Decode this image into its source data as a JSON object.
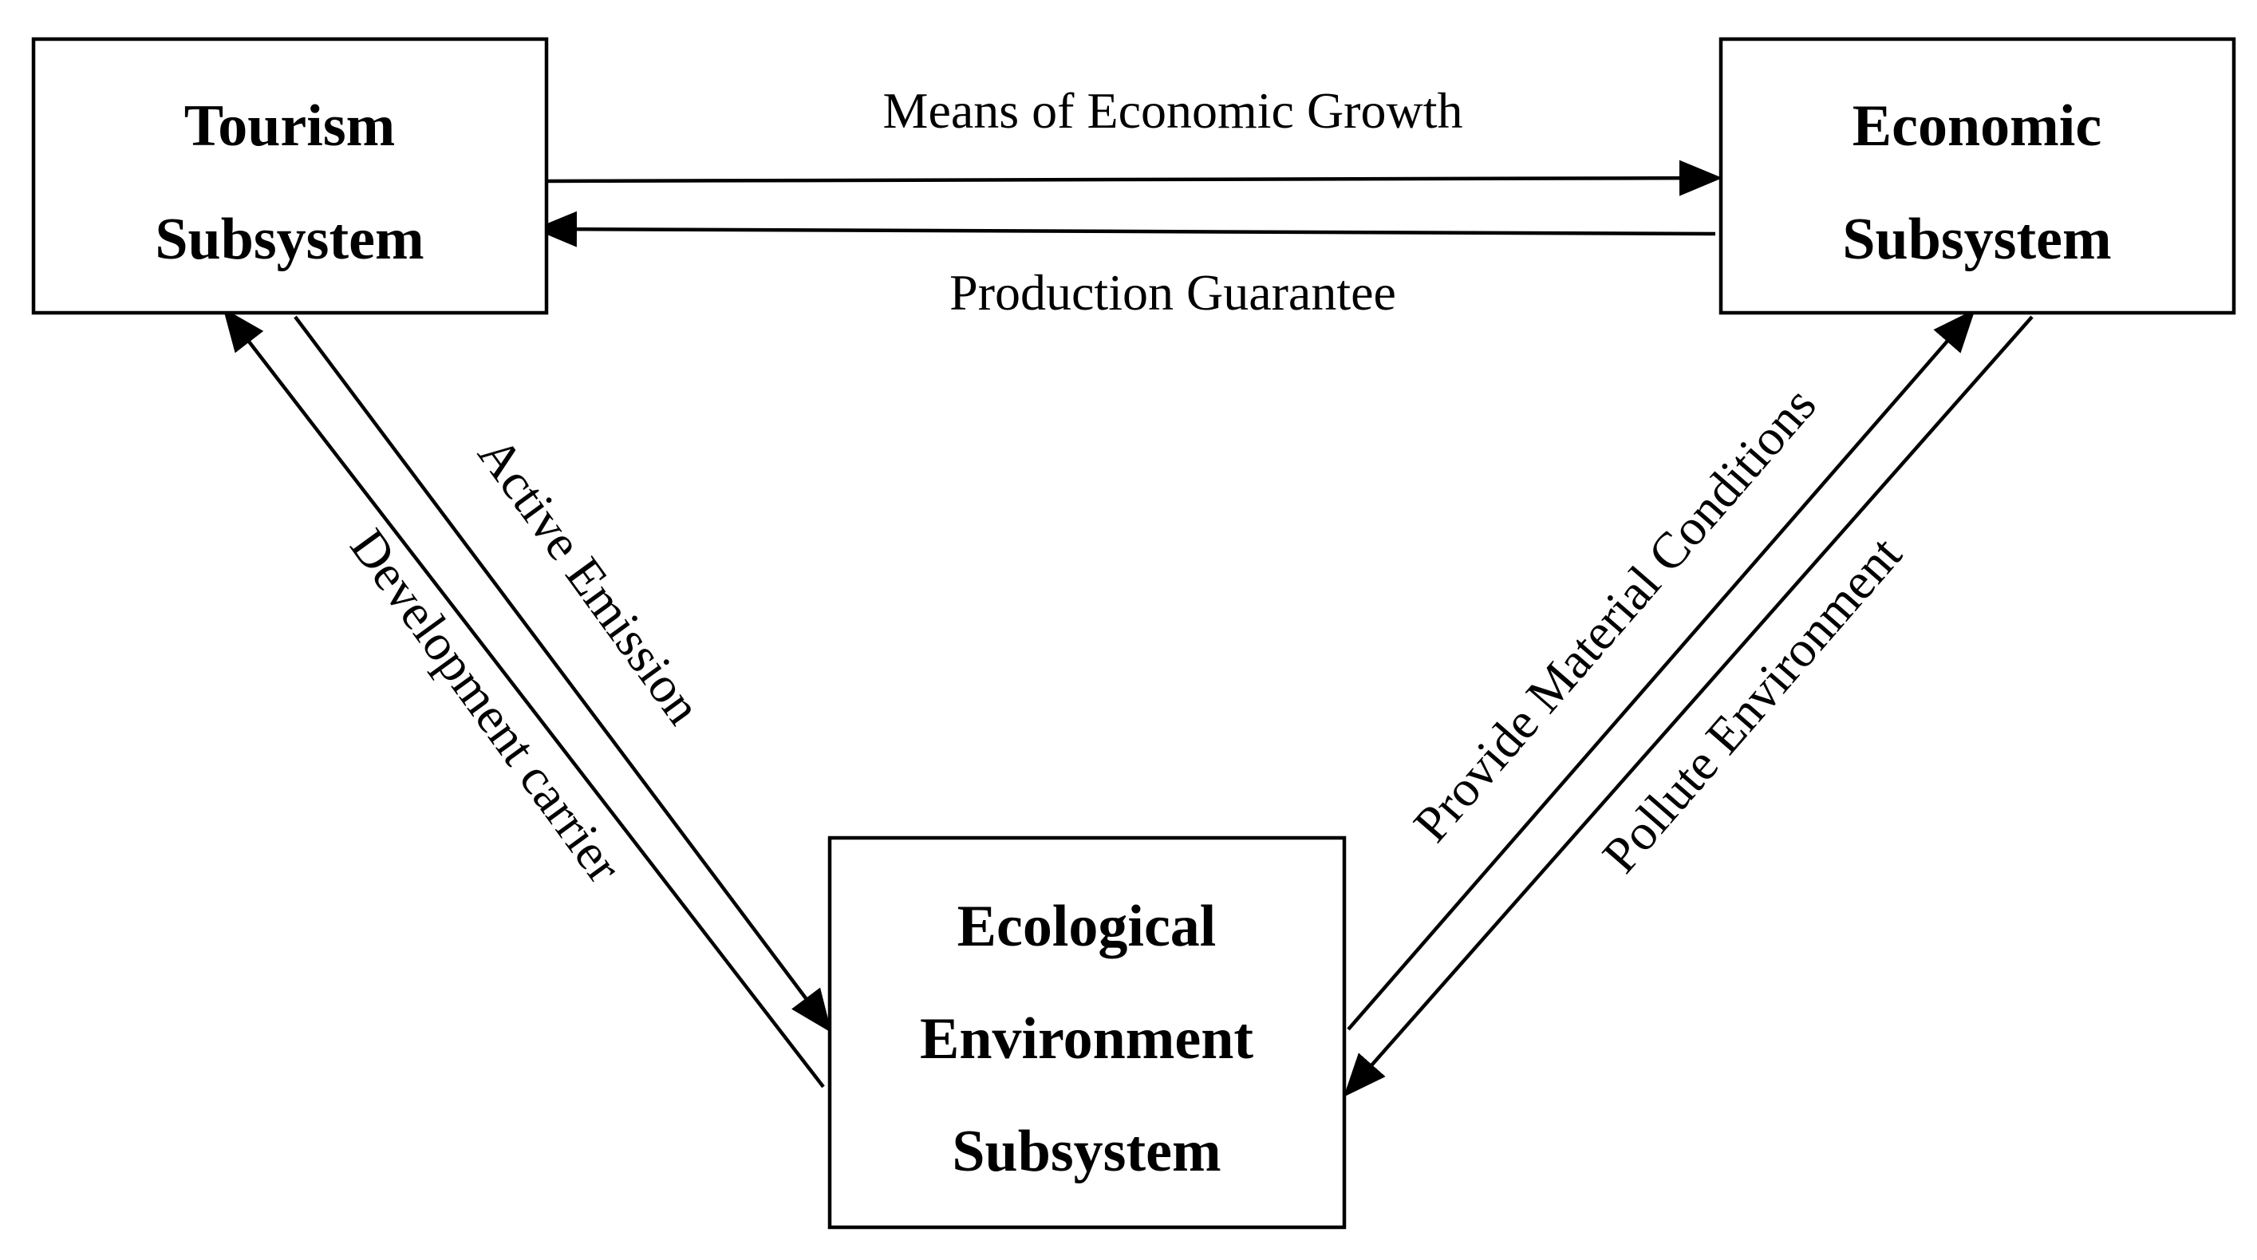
{
  "nodes": {
    "tourism": {
      "lines": [
        "Tourism",
        "Subsystem"
      ]
    },
    "economic": {
      "lines": [
        "Economic",
        "Subsystem"
      ]
    },
    "ecological": {
      "lines": [
        "Ecological",
        "Environment",
        "Subsystem"
      ]
    }
  },
  "edges": {
    "means_of_economic_growth": "Means of Economic Growth",
    "production_guarantee": "Production Guarantee",
    "active_emission": "Active Emission",
    "development_carrier": "Development carrier",
    "provide_material_conditions": "Provide Material Conditions",
    "pollute_environment": "Pollute Environment"
  }
}
